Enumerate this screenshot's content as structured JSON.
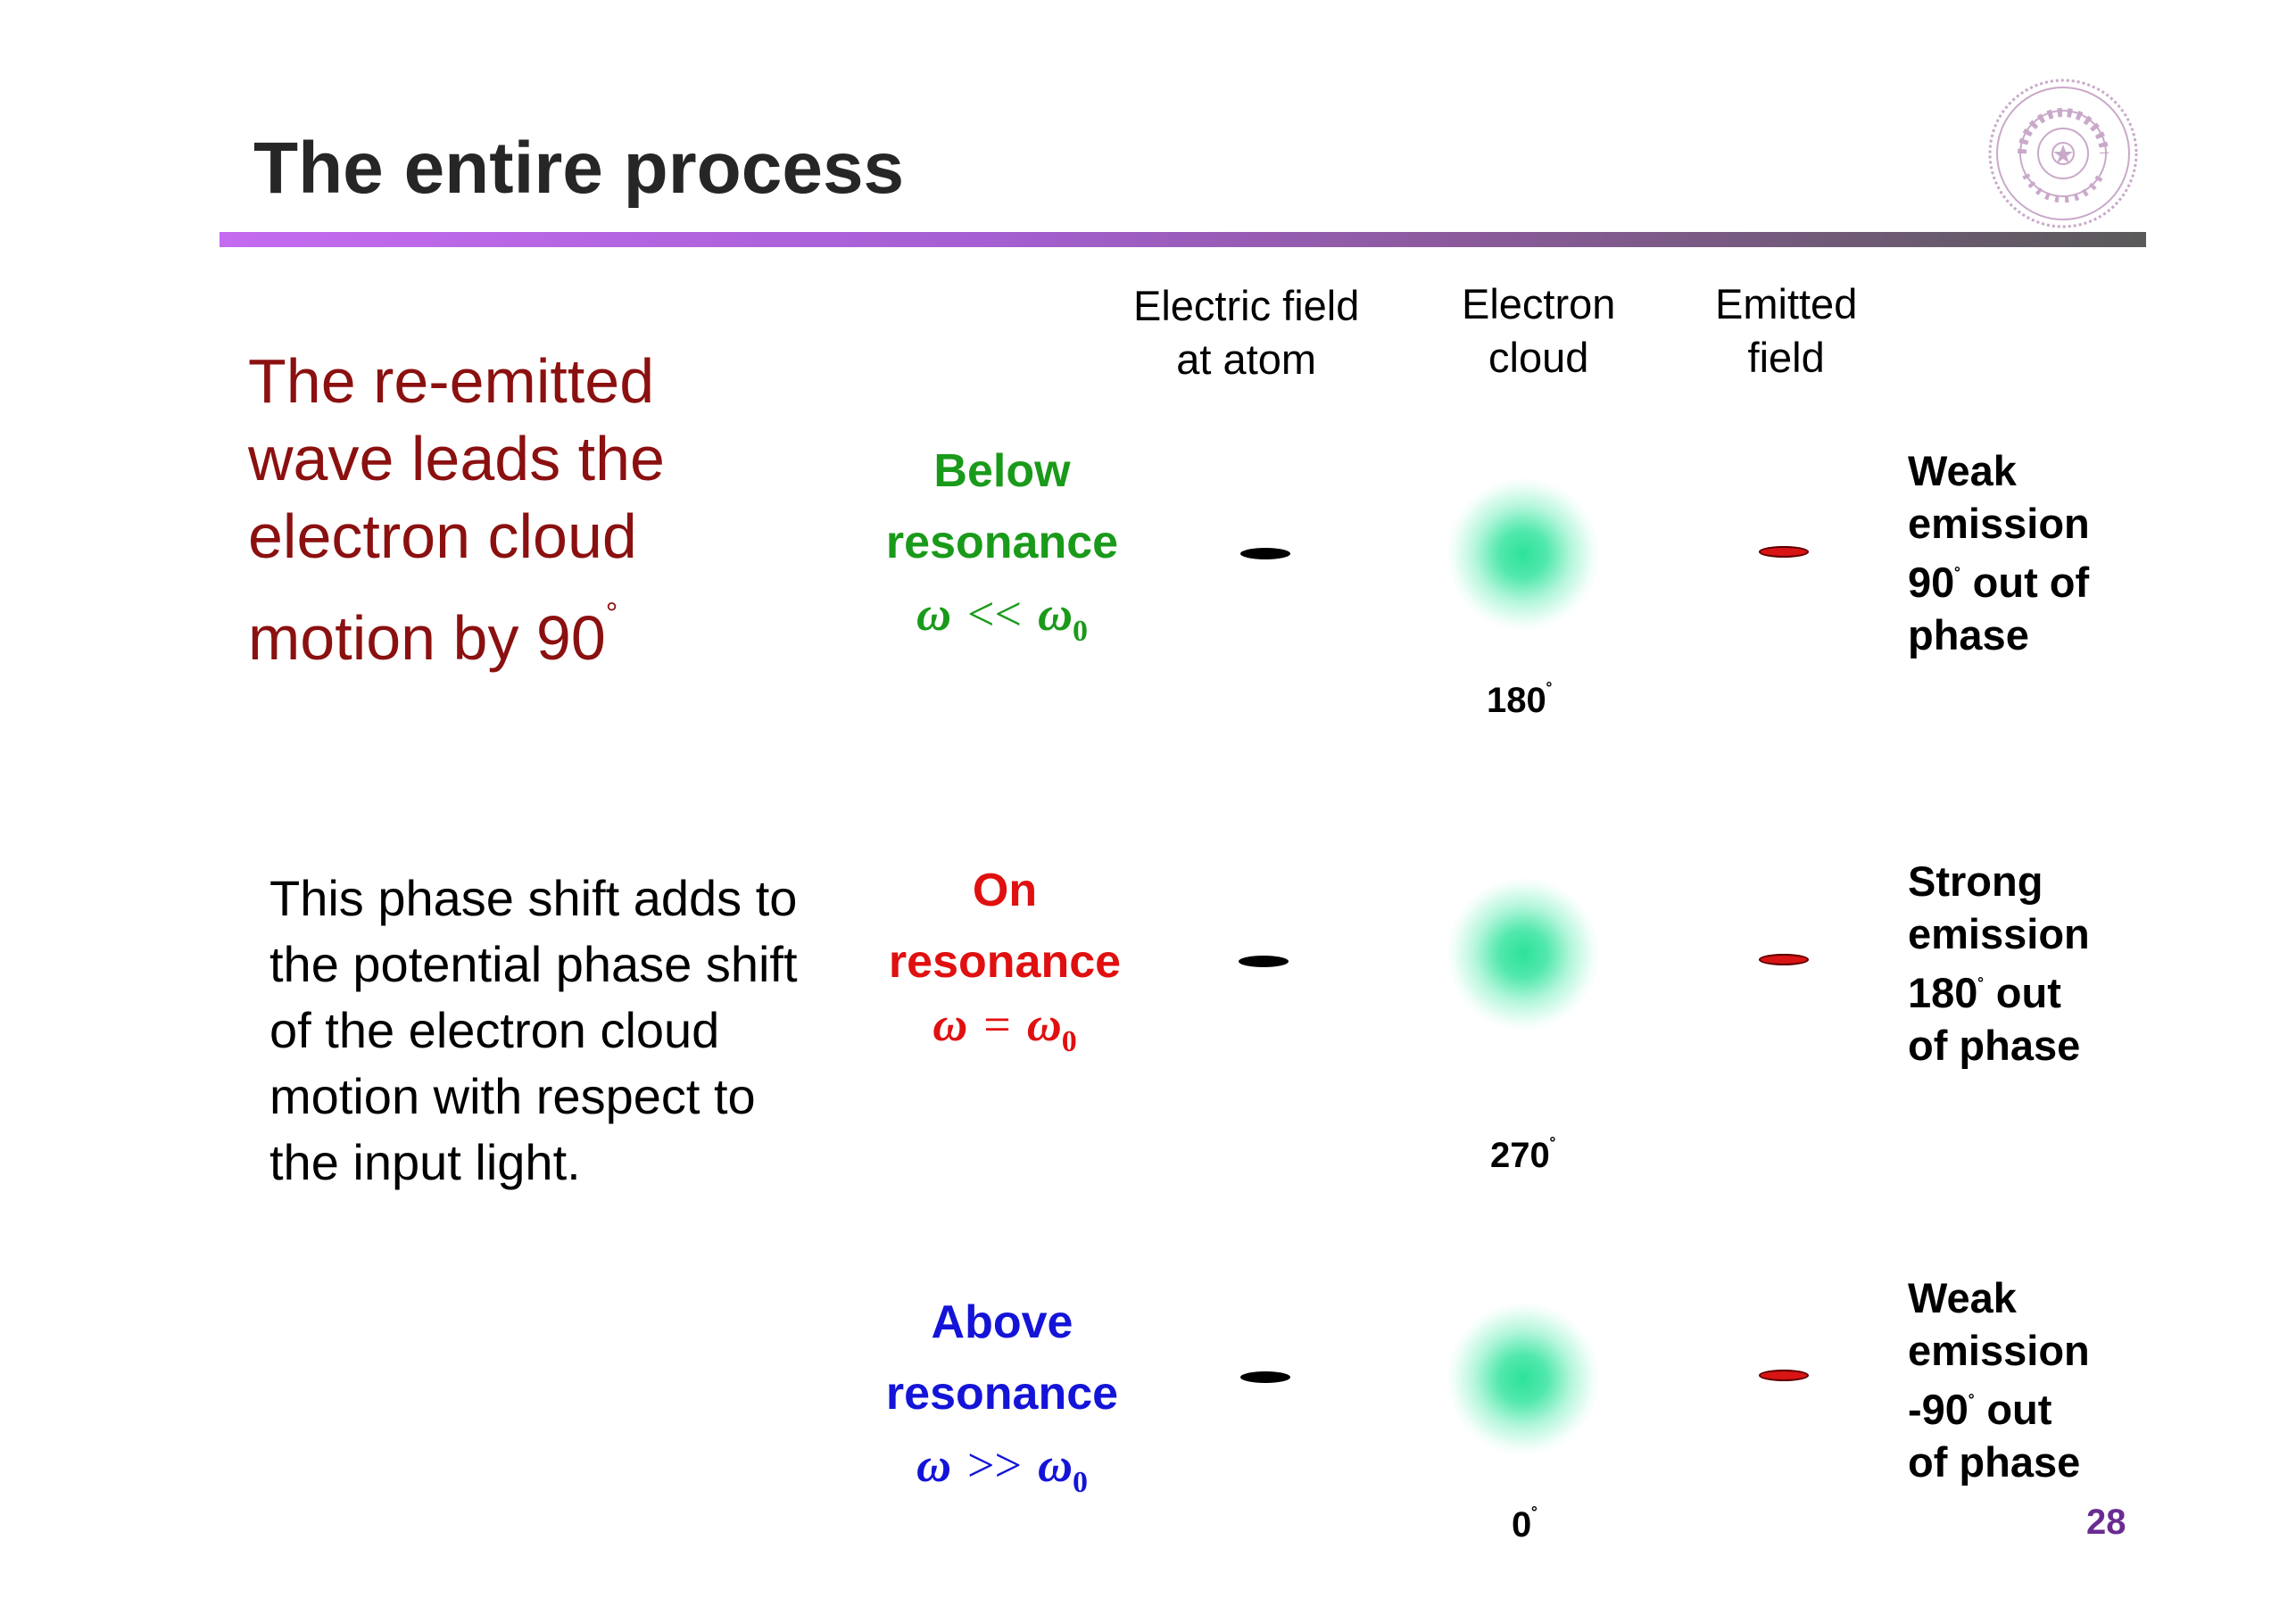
{
  "slide": {
    "title": "The entire process",
    "lead": {
      "text": "The re-emitted wave leads the electron cloud motion by 90",
      "degree_mark": "°"
    },
    "body": "This phase shift adds to the potential phase shift of the electron cloud motion with respect to the input light.",
    "columns": {
      "electric_field": {
        "line1": "Electric field",
        "line2": "at atom"
      },
      "electron_cloud": {
        "line1": "Electron",
        "line2": "cloud"
      },
      "emitted_field": {
        "line1": "Emitted",
        "line2": "field"
      }
    },
    "rows": [
      {
        "label_line1": "Below",
        "label_line2": "resonance",
        "omega": "ω",
        "relation": "<<",
        "omega0": "ω",
        "omega0_sub": "0",
        "phase": "180",
        "deg": "˚",
        "desc": {
          "l1": "Weak",
          "l2": "emission",
          "l3": "90",
          "l3b": " out of",
          "l4": "phase"
        },
        "color": "#1a9a1a"
      },
      {
        "label_line1": "On",
        "label_line2": "resonance",
        "omega": "ω",
        "relation": "=",
        "omega0": "ω",
        "omega0_sub": "0",
        "phase": "270",
        "deg": "˚",
        "desc": {
          "l1": "Strong",
          "l2": "emission",
          "l3": "180",
          "l3b": " out",
          "l4": "of phase"
        },
        "color": "#e01010"
      },
      {
        "label_line1": "Above",
        "label_line2": "resonance",
        "omega": "ω",
        "relation": ">>",
        "omega0": "ω",
        "omega0_sub": "0",
        "phase": "0",
        "deg": "˚",
        "desc": {
          "l1": "Weak",
          "l2": "emission",
          "l3": "-90",
          "l3b": " out",
          "l4": "of phase"
        },
        "color": "#1414d8"
      }
    ],
    "page_number": "28",
    "seal": {
      "text": "TSING HUA UNIVERSITY"
    }
  },
  "colors": {
    "title": "#262626",
    "lead": "#8b1010",
    "cloud": "#2ce29a",
    "emitted": "#d81414",
    "page_number": "#6b2c91"
  }
}
